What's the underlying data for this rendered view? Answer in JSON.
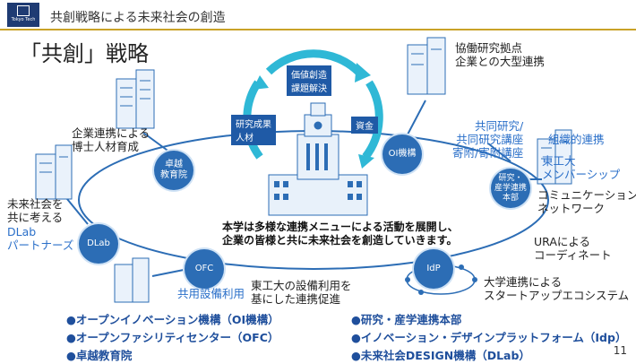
{
  "header": {
    "logo_text": "Tokyo Tech",
    "title": "共創戦略による未来社会の創造"
  },
  "main_title": "「共創」戦略",
  "cycle": {
    "top": [
      "価値創造",
      "課題解決"
    ],
    "left": [
      "研究成果",
      "人材"
    ],
    "right": "資金"
  },
  "nodes": {
    "takuetsu": [
      "卓越",
      "教育院"
    ],
    "oi": "OI機構",
    "kenkyu": [
      "研究・",
      "産学連携",
      "本部"
    ],
    "dlab": "DLab",
    "ofc": "OFC",
    "idp": "IdP"
  },
  "labels": {
    "kigyo": [
      "企業連携による",
      "博士人材育成"
    ],
    "kyodo": [
      "協働研究拠点",
      "企業との大型連携"
    ],
    "kyodo_koza": [
      "共同研究/",
      "共同研究講座",
      "寄附/寄附講座"
    ],
    "soshiki": "組織的連携",
    "member": [
      "東工大",
      "メンバーシップ"
    ],
    "mirai": [
      "未来社会を",
      "共に考える"
    ],
    "dlab_partners": [
      "DLab",
      "パートナーズ"
    ],
    "communication": [
      "コミュニケーション",
      "ネットワーク"
    ],
    "ura": [
      "URAによる",
      "コーディネート"
    ],
    "setsubi": [
      "東工大の設備利用を",
      "基にした連携促進"
    ],
    "kyoyo": "共用設備利用",
    "startup": [
      "大学連携による",
      "スタートアップエコシステム"
    ]
  },
  "center_text": [
    "本学は多様な連携メニューによる活動を展開し、",
    "企業の皆様と共に未来社会を創造していきます。"
  ],
  "bullets_left": [
    "●オープンイノベーション機構（OI機構）",
    "●オープンファシリティセンター（OFC）",
    "●卓越教育院"
  ],
  "bullets_right": [
    "●研究・産学連携本部",
    "●イノベーション・デザインプラットフォーム（Idp）",
    "●未来社会DESIGN機構（DLab）"
  ],
  "page_number": "11",
  "colors": {
    "accent": "#2c6db5",
    "gold": "#c9a227",
    "cyan": "#2fb8d6",
    "bullet": "#1f4f9c"
  }
}
